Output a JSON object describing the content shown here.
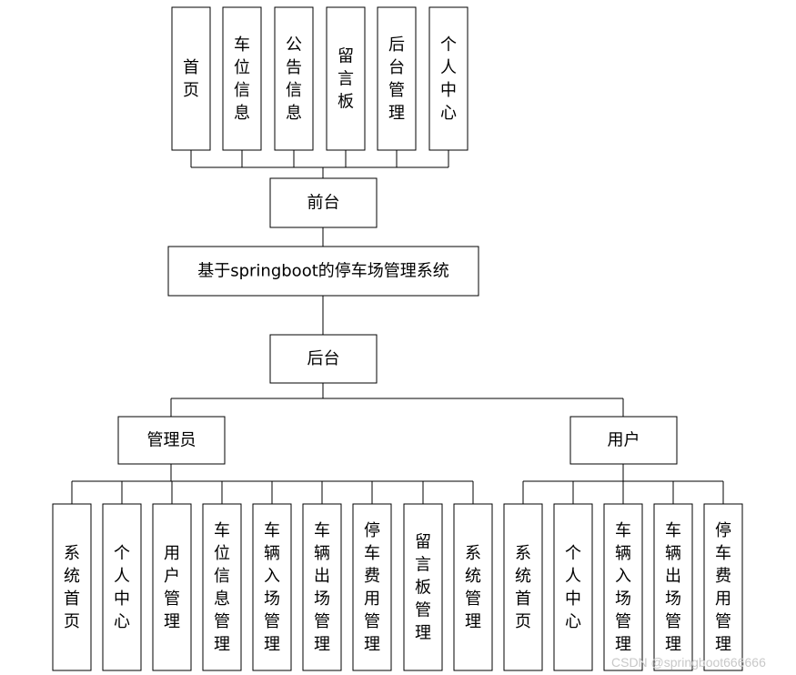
{
  "root": "基于springboot的停车场管理系统",
  "frontend": {
    "title": "前台",
    "modules": [
      "首页",
      "车位信息",
      "公告信息",
      "留言板",
      "后台管理",
      "个人中心"
    ]
  },
  "backend": {
    "title": "后台",
    "roles": [
      {
        "title": "管理员",
        "modules": [
          "系统首页",
          "个人中心",
          "用户管理",
          "车位信息管理",
          "车辆入场管理",
          "车辆出场管理",
          "停车费用管理",
          "留言板管理",
          "系统管理"
        ]
      },
      {
        "title": "用户",
        "modules": [
          "系统首页",
          "个人中心",
          "车辆入场管理",
          "车辆出场管理",
          "停车费用管理"
        ]
      }
    ]
  },
  "watermark": "CSDN @springboot666666"
}
